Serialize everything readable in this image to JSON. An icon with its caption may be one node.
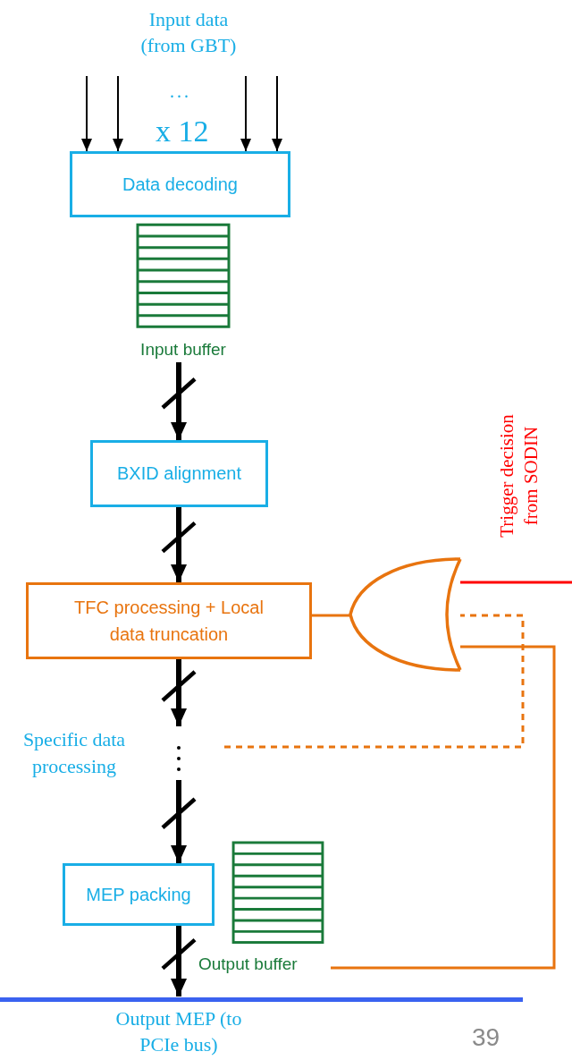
{
  "diagram": {
    "nodes": [
      {
        "text": [
          "Data decoding"
        ]
      },
      {
        "text": [
          "Input buffer"
        ]
      },
      {
        "text": [
          "BXID alignment"
        ]
      },
      {
        "text": [
          "TFC processing + Local data truncation"
        ]
      },
      {
        "text": [],
        "shape": "gate"
      },
      {
        "text": [
          "Specific data processing"
        ]
      },
      {
        "text": [
          "MEP packing"
        ]
      },
      {
        "text": [
          "Output buffer"
        ]
      },
      {
        "text": [
          "Output MEP (to PCIe bus)"
        ]
      }
    ],
    "edges": [
      {
        "from": null,
        "to": 0,
        "arrow": "to"
      },
      {
        "from": null,
        "to": 0,
        "arrow": "to"
      },
      {
        "from": null,
        "to": 0,
        "arrow": "to"
      },
      {
        "from": null,
        "to": 0,
        "arrow": "to"
      },
      {
        "from": 1,
        "to": 2,
        "arrow": "to",
        "style": "thick"
      },
      {
        "from": 2,
        "to": 3,
        "arrow": "to",
        "style": "thick"
      },
      {
        "from": 3,
        "to": 5,
        "arrow": "to",
        "style": "thick"
      },
      {
        "from": 5,
        "to": 6,
        "arrow": "to",
        "style": "thick"
      },
      {
        "from": 6,
        "to": 8,
        "arrow": "to",
        "style": "thick"
      },
      {
        "from": 3,
        "to": 4,
        "arrow": "none",
        "color": "#e8740f"
      },
      {
        "from": null,
        "to": 4,
        "arrow": "none",
        "color": "#ff0000"
      },
      {
        "from": 4,
        "to": 5,
        "arrow": "none",
        "style": "dashed",
        "color": "#e8740f"
      },
      {
        "from": 7,
        "to": 4,
        "arrow": "none",
        "color": "#e8740f"
      }
    ],
    "labels": [
      "Input data (from GBT)",
      "...",
      "x 12",
      "Trigger decision from SODIN",
      "39"
    ]
  }
}
